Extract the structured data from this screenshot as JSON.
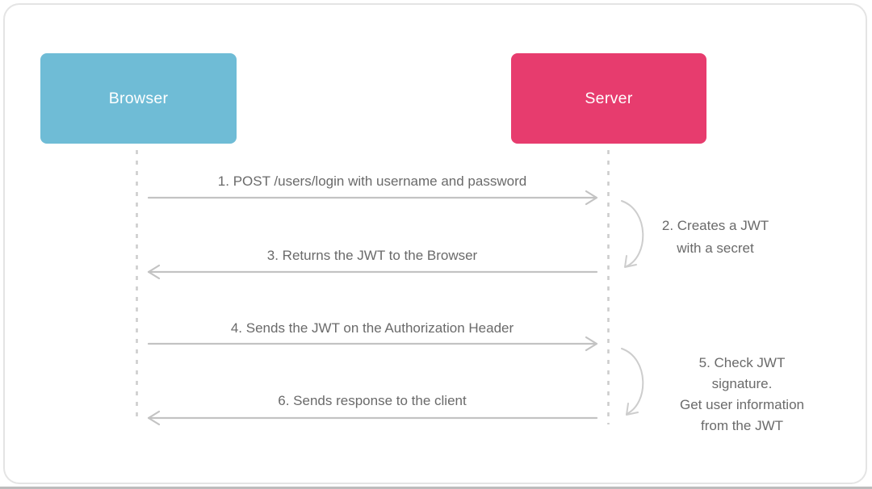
{
  "frame": {
    "background": "#ffffff",
    "border_color": "#e4e4e4"
  },
  "diagram": {
    "line_color": "#c6c6c6",
    "lifeline_color": "#cdcdcd",
    "text_color": "#6a6a6a",
    "actors": [
      {
        "label": "Browser",
        "color": "#6fbcd6"
      },
      {
        "label": "Server",
        "color": "#e73c6e"
      }
    ],
    "messages": [
      {
        "label": "1. POST /users/login with username and password",
        "from": "Browser",
        "to": "Server",
        "kind": "arrow-right"
      },
      {
        "label": "2. Creates a JWT\nwith a secret",
        "from": "Server",
        "to": "Server",
        "kind": "self-loop"
      },
      {
        "label": "3. Returns the JWT to the Browser",
        "from": "Server",
        "to": "Browser",
        "kind": "arrow-left"
      },
      {
        "label": "4. Sends the JWT on the Authorization Header",
        "from": "Browser",
        "to": "Server",
        "kind": "arrow-right"
      },
      {
        "label": "5. Check JWT signature.\nGet user information\nfrom the JWT",
        "from": "Server",
        "to": "Server",
        "kind": "self-loop"
      },
      {
        "label": "6. Sends response to the client",
        "from": "Server",
        "to": "Browser",
        "kind": "arrow-left"
      }
    ]
  }
}
